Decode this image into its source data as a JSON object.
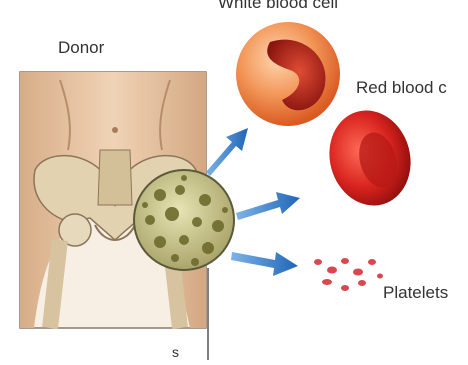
{
  "labels": {
    "donor": "Donor",
    "white_blood_cell": "White blood cell",
    "red_blood_cell": "Red blood c",
    "platelets": "Platelets",
    "bottom_fragment": "s"
  },
  "colors": {
    "skin": "#e8c7a7",
    "skin_shadow": "#c9a07c",
    "bone": "#dcc9a5",
    "marrow": "#9c9a55",
    "wbc_outer": "#f08c4a",
    "wbc_inner": "#b3221a",
    "rbc": "#d8231f",
    "platelet": "#d9474f",
    "arrow": "#2e79c9"
  },
  "icons": [
    "donor-pelvis-illustration",
    "bone-marrow-magnifier",
    "white-blood-cell-icon",
    "red-blood-cell-icon",
    "platelets-icon",
    "arrow-icon"
  ]
}
